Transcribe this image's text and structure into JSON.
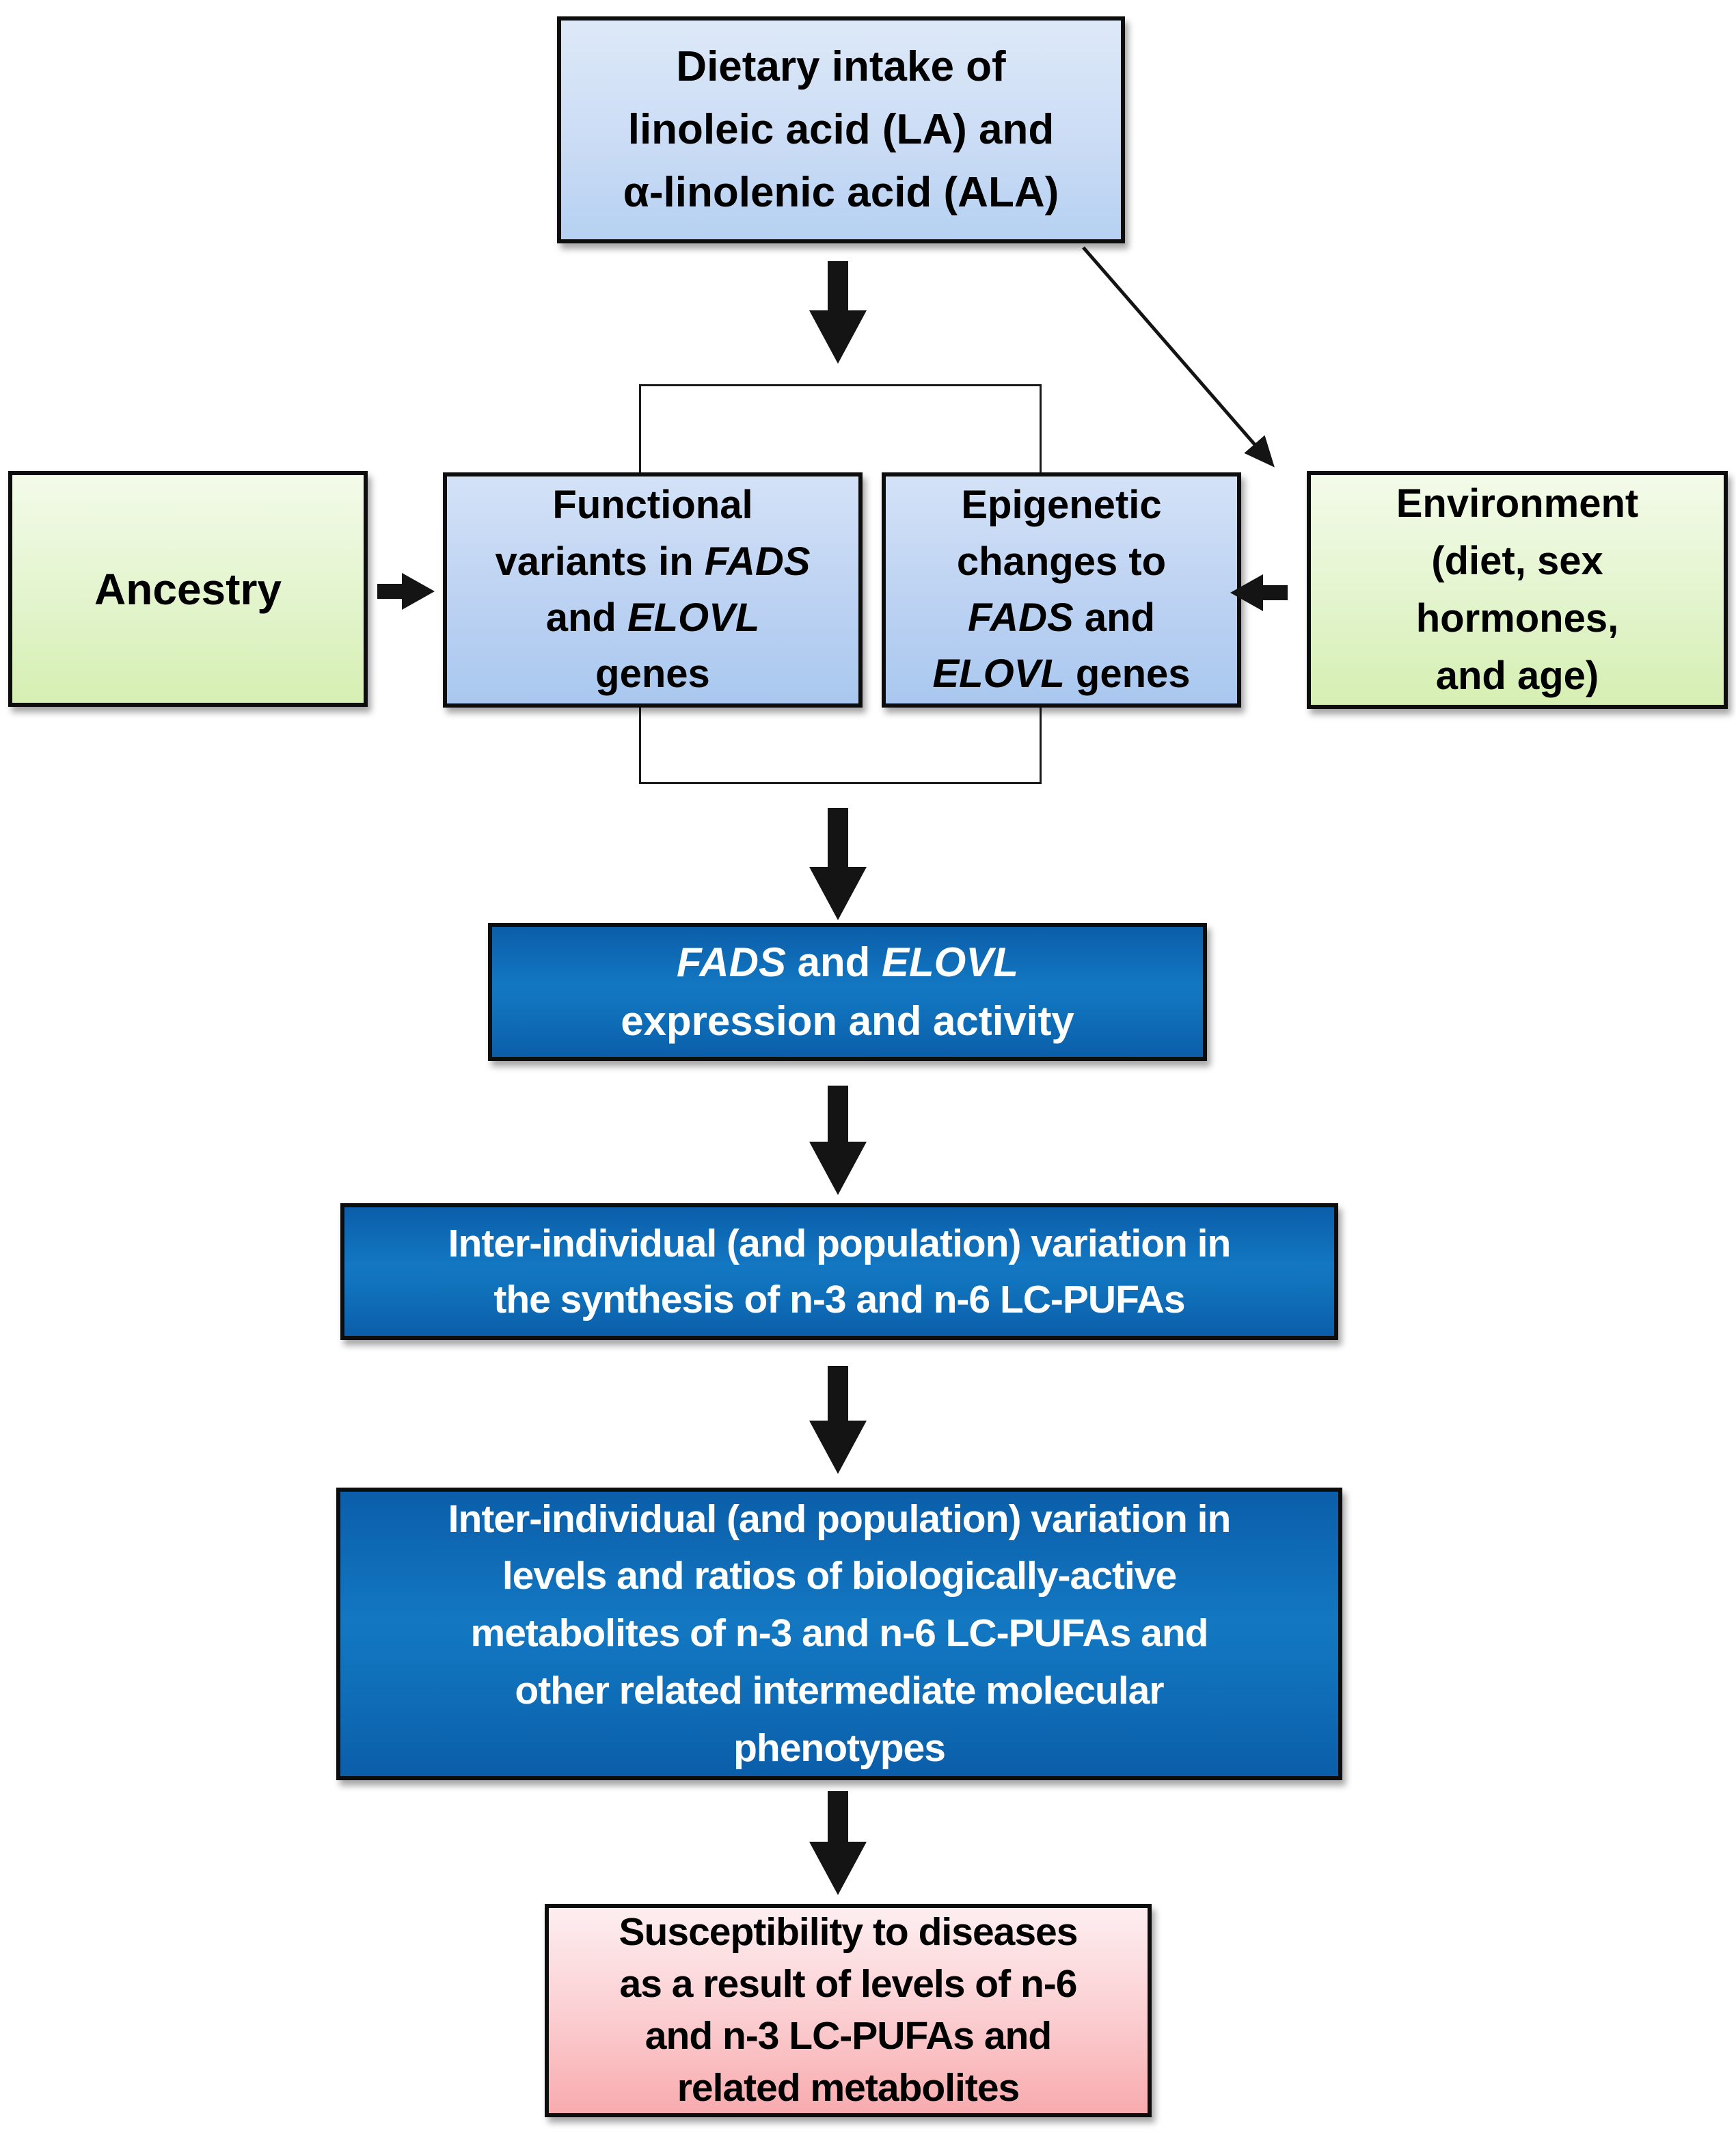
{
  "diagram": {
    "nodes": {
      "dietary_intake": {
        "text": "Dietary intake of\nlinoleic acid (LA) and\nα-linolenic acid (ALA)",
        "fill": "light-blue"
      },
      "ancestry": {
        "text": "Ancestry",
        "fill": "green"
      },
      "functional_variants": {
        "text": "Functional\nvariants in *FADS*\nand *ELOVL*\ngenes",
        "fill": "light-blue"
      },
      "epigenetic_changes": {
        "text": "Epigenetic\nchanges to\n*FADS* and\n*ELOVL* genes",
        "fill": "light-blue"
      },
      "environment": {
        "text": "Environment\n(diet, sex\nhormones,\nand age)",
        "fill": "green"
      },
      "expression_activity": {
        "text": "*FADS* and *ELOVL*\nexpression and activity",
        "fill": "dark-blue"
      },
      "variation_synthesis": {
        "text": "Inter-individual (and population) variation in\nthe synthesis of n-3 and n-6 LC-PUFAs",
        "fill": "dark-blue"
      },
      "variation_metabolites": {
        "text": "Inter-individual (and population) variation in\nlevels and ratios of biologically-active\nmetabolites of n-3 and n-6 LC-PUFAs  and\nother related intermediate molecular\nphenotypes",
        "fill": "dark-blue"
      },
      "susceptibility": {
        "text": "Susceptibility to diseases\nas a result of levels of n-6\nand n-3 LC-PUFAs and\nrelated metabolites",
        "fill": "pink"
      }
    },
    "edges": [
      {
        "from": "dietary_intake",
        "to": "gene_boxes_group",
        "style": "thick-down-arrow"
      },
      {
        "from": "dietary_intake",
        "to": "environment",
        "style": "thin-diagonal-arrow"
      },
      {
        "from": "ancestry",
        "to": "functional_variants",
        "style": "thick-right-arrow"
      },
      {
        "from": "environment",
        "to": "epigenetic_changes",
        "style": "thick-left-arrow"
      },
      {
        "from": "gene_boxes_group",
        "to": "expression_activity",
        "style": "thick-down-arrow"
      },
      {
        "from": "expression_activity",
        "to": "variation_synthesis",
        "style": "thick-down-arrow"
      },
      {
        "from": "variation_synthesis",
        "to": "variation_metabolites",
        "style": "thick-down-arrow"
      },
      {
        "from": "variation_metabolites",
        "to": "susceptibility",
        "style": "thick-down-arrow"
      }
    ],
    "colors": {
      "light_blue_top": "#dde9f8",
      "light_blue_bottom": "#b6d1f2",
      "green_top": "#f3fbe9",
      "green_bottom": "#d6efb2",
      "dark_blue": "#1173bd",
      "dark_blue_edge": "#0b5ea9",
      "pink_top": "#fdeef0",
      "pink_bottom": "#f8abae",
      "border": "#0d0d0d",
      "arrow": "#141414",
      "text_dark": "#000000",
      "text_light": "#ffffff"
    }
  }
}
